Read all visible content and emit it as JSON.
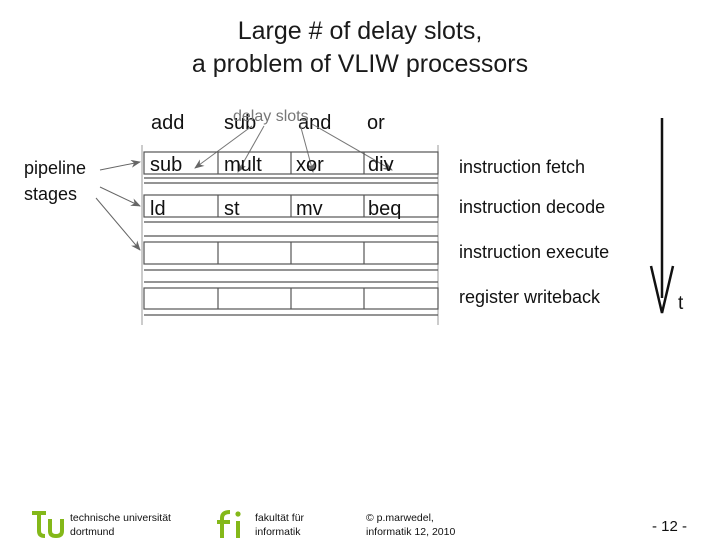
{
  "title": {
    "line1": "Large # of delay slots,",
    "line2": "a problem of VLIW processors"
  },
  "diagram": {
    "top_row": [
      "add",
      "sub",
      "and",
      "or"
    ],
    "delay_slots_label": "delay slots",
    "pipeline_label_1": "pipeline",
    "pipeline_label_2": "stages",
    "rows": [
      {
        "cells": [
          "sub",
          "mult",
          "xor",
          "div"
        ],
        "stage": "instruction fetch"
      },
      {
        "cells": [
          "ld",
          "st",
          "mv",
          "beq"
        ],
        "stage": "instruction decode"
      },
      {
        "cells": [
          "",
          "",
          "",
          ""
        ],
        "stage": "instruction execute"
      },
      {
        "cells": [
          "",
          "",
          "",
          ""
        ],
        "stage": "register writeback"
      }
    ],
    "time_label": "t"
  },
  "footer": {
    "uni_line1": "technische universität",
    "uni_line2": "dortmund",
    "fak_line1": "fakultät für",
    "fak_line2": "informatik",
    "author_line1": "© p.marwedel,",
    "author_line2": "informatik 12,  2010",
    "page": "-  12 -"
  },
  "colors": {
    "tu_green": "#84b819",
    "grid": "#555555",
    "arrow": "#666666",
    "delay_text": "#777777"
  }
}
